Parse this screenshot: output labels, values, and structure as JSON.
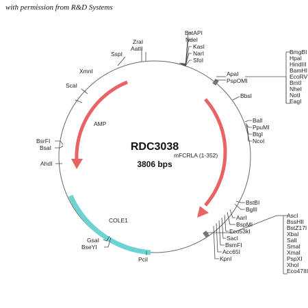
{
  "credit": "with permission from R&D Systems",
  "plasmid": {
    "name": "RDC3038",
    "size": "3806 bps"
  },
  "features": {
    "amp": "AMP",
    "insert": "mFCRLA (1-352)",
    "ori": "COLE1"
  },
  "colors": {
    "arrow": "#e86464",
    "ori": "#6fd3d3",
    "circle": "#666666"
  },
  "sites": {
    "bstapi": "BstAPI",
    "ndei": "NdeI",
    "kasi": "KasI",
    "nari": "NarI",
    "sfoi": "SfoI",
    "zrai": "ZraI",
    "aatii": "AatII",
    "sspi": "SspI",
    "xmni": "XmnI",
    "scai": "ScaI",
    "apai": "ApaI",
    "pspomi": "PspOMI",
    "bbsi": "BbsI",
    "bali": "BalI",
    "ppumi": "PpuMI",
    "btgi": "BtgI",
    "ncoi": "NcoI",
    "bsrfi": "BsrFI",
    "bsai": "BsaI",
    "ahdi": "AhdI",
    "bstbi": "BstBI",
    "bglii": "BglII",
    "aari": "AarI",
    "bspmi": "BspMI",
    "eco53ki": "Eco53kI",
    "saci": "SacI",
    "bsmfi": "BsmFI",
    "acc65i": "Acc65I",
    "kpni": "KpnI",
    "gsai": "GsaI",
    "bseyi": "BseYI",
    "pcii": "PciI"
  },
  "mcs_top": [
    "BmgBI",
    "HpaI",
    "HindIII",
    "BamHI",
    "EcoRV",
    "BmtI",
    "NheI",
    "NotI",
    "EagI"
  ],
  "mcs_bottom": [
    "AscI",
    "BssHII",
    "BstZ17I",
    "XbaI",
    "SalI",
    "SmaI",
    "XmaI",
    "PspXI",
    "XhoI",
    "Eco47III"
  ]
}
